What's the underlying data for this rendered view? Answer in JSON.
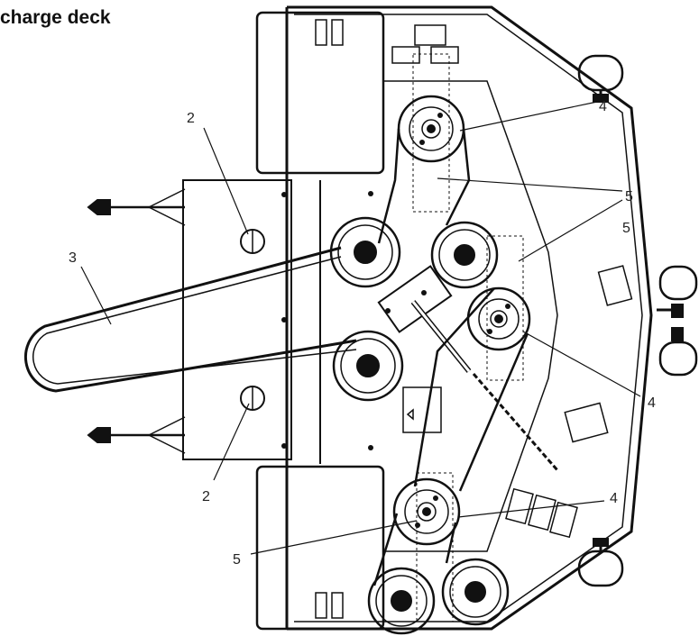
{
  "title": "charge deck",
  "callouts": [
    {
      "id": "callout-2-top",
      "label": "2"
    },
    {
      "id": "callout-2-bottom",
      "label": "2"
    },
    {
      "id": "callout-3",
      "label": "3"
    },
    {
      "id": "callout-4-top",
      "label": "4"
    },
    {
      "id": "callout-4-mid",
      "label": "4"
    },
    {
      "id": "callout-4-bottom",
      "label": "4"
    },
    {
      "id": "callout-5-top",
      "label": "5"
    },
    {
      "id": "callout-5-mid",
      "label": "5"
    },
    {
      "id": "callout-5-left",
      "label": "5"
    }
  ]
}
